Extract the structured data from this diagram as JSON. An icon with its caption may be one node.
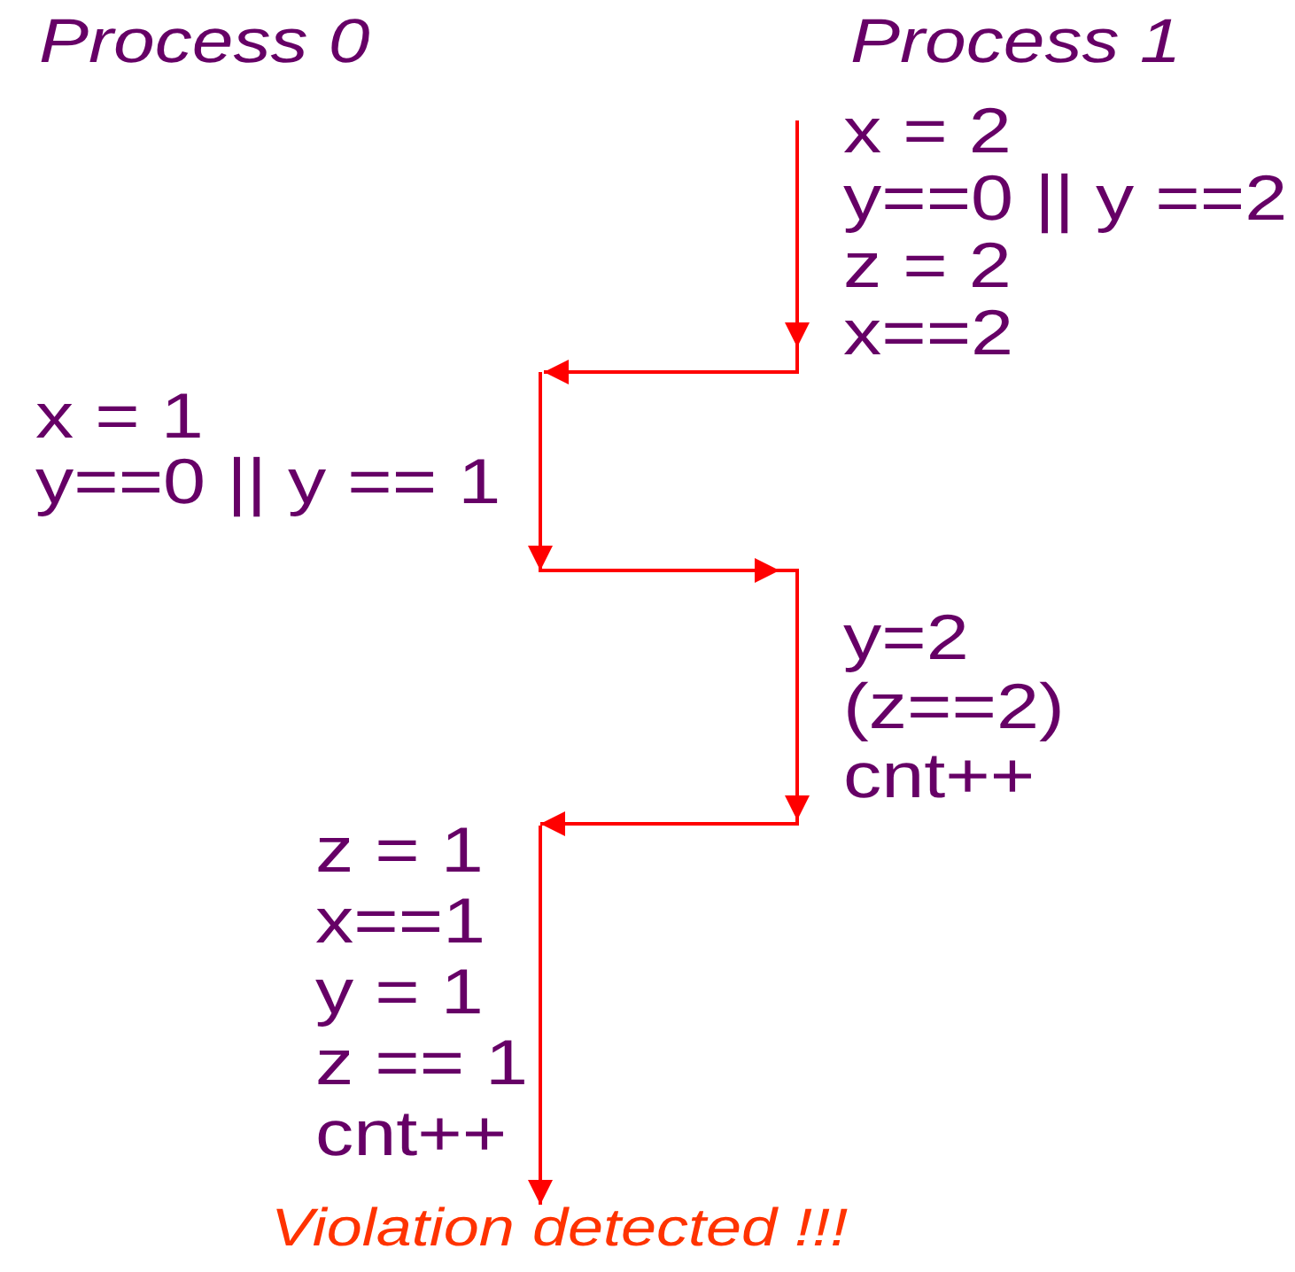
{
  "diagram": {
    "nodes": [
      {
        "text": [
          "x = 2",
          "y==0 || y ==2",
          "z = 2",
          "x==2"
        ]
      },
      {
        "text": [
          "x = 1",
          "y==0 || y == 1"
        ]
      },
      {
        "text": [
          "y=2",
          "(z==2)",
          "cnt++"
        ]
      },
      {
        "text": [
          "z = 1",
          "x==1",
          "y = 1",
          "z == 1",
          "cnt++"
        ]
      },
      {
        "text": [
          "Violation detected !!!"
        ]
      }
    ],
    "edges": [
      {
        "from": null,
        "to": 0,
        "arrow": "to"
      },
      {
        "from": 0,
        "to": 1,
        "arrow": "to"
      },
      {
        "from": 1,
        "to": 2,
        "arrow": "to"
      },
      {
        "from": 2,
        "to": 3,
        "arrow": "to"
      },
      {
        "from": 3,
        "to": 4,
        "arrow": "to"
      }
    ],
    "labels": [
      "Process 0",
      "Process 1"
    ]
  }
}
